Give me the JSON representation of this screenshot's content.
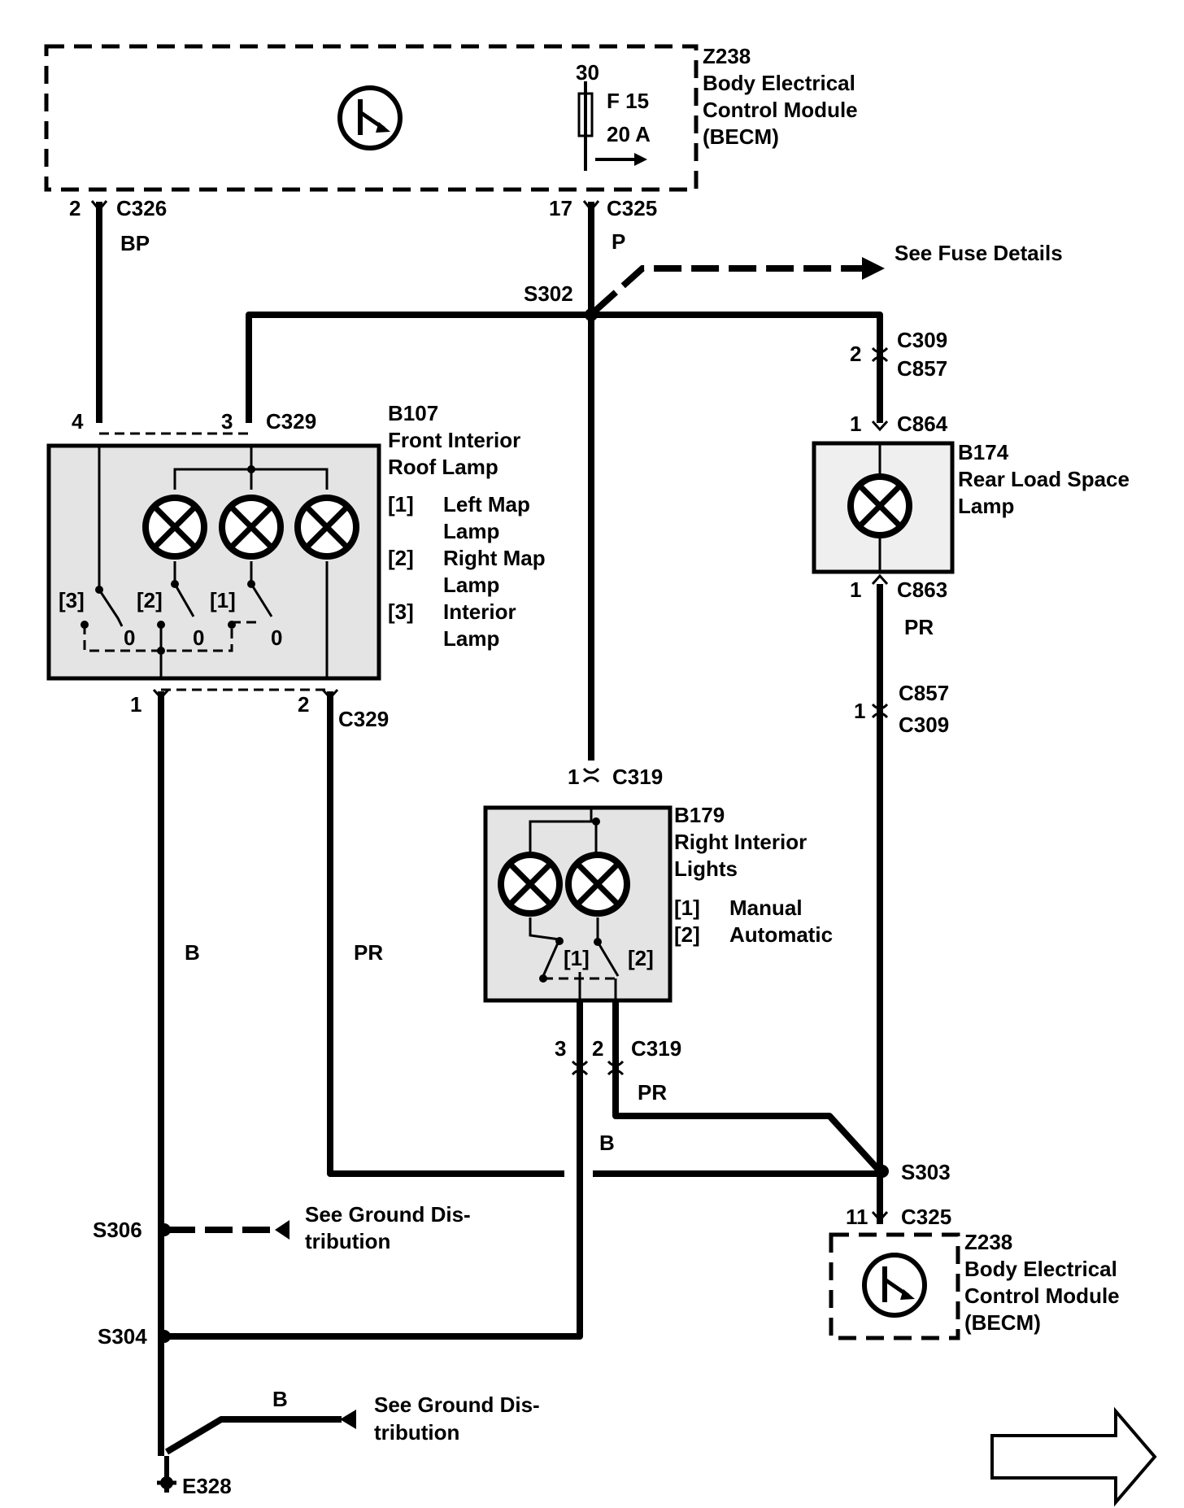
{
  "modules": {
    "becm_top": {
      "id": "Z238",
      "name_lines": [
        "Body Electrical",
        "Control Module",
        "(BECM)"
      ],
      "fuse_pin": "30",
      "fuse_id": "F 15",
      "fuse_rating": "20 A"
    },
    "becm_bottom": {
      "id": "Z238",
      "name_lines": [
        "Body Electrical",
        "Control Module",
        "(BECM)"
      ]
    }
  },
  "components": {
    "front_roof_lamp": {
      "id": "B107",
      "name_lines": [
        "Front Interior",
        "Roof Lamp"
      ],
      "legend": [
        {
          "key": "[1]",
          "lines": [
            "Left Map",
            "Lamp"
          ]
        },
        {
          "key": "[2]",
          "lines": [
            "Right Map",
            "Lamp"
          ]
        },
        {
          "key": "[3]",
          "lines": [
            "Interior",
            "Lamp"
          ]
        }
      ],
      "switch_labels": [
        "[3]",
        "[2]",
        "[1]"
      ],
      "off_label": "0"
    },
    "rear_load_lamp": {
      "id": "B174",
      "name_lines": [
        "Rear Load Space",
        "Lamp"
      ]
    },
    "right_interior_lights": {
      "id": "B179",
      "name_lines": [
        "Right Interior",
        "Lights"
      ],
      "legend": [
        {
          "key": "[1]",
          "label": "Manual"
        },
        {
          "key": "[2]",
          "label": "Automatic"
        }
      ],
      "switch_labels": [
        "[1]",
        "[2]"
      ]
    }
  },
  "connectors": {
    "c326": {
      "pin": "2",
      "id": "C326"
    },
    "c325_top": {
      "pin": "17",
      "id": "C325"
    },
    "c329_top": {
      "pin_left": "4",
      "pin_right": "3",
      "id": "C329"
    },
    "c329_bottom": {
      "pin_left": "1",
      "pin_right": "2",
      "id": "C329"
    },
    "c309_top": {
      "pin": "2",
      "id_a": "C309",
      "id_b": "C857"
    },
    "c864": {
      "pin": "1",
      "id": "C864"
    },
    "c863": {
      "pin": "1",
      "id": "C863"
    },
    "c857_mid": {
      "pin": "1",
      "id_a": "C857",
      "id_b": "C309"
    },
    "c319_top": {
      "pin": "1",
      "id": "C319"
    },
    "c319_bottom": {
      "pin_left": "3",
      "pin_right": "2",
      "id": "C319"
    },
    "c325_bottom": {
      "pin": "11",
      "id": "C325"
    },
    "e328": {
      "id": "E328"
    }
  },
  "splices": {
    "s302": "S302",
    "s303": "S303",
    "s304": "S304",
    "s306": "S306"
  },
  "wire_colors": {
    "bp": "BP",
    "p": "P",
    "pr_rear": "PR",
    "b_left": "B",
    "pr_left": "PR",
    "pr_mid": "PR",
    "b_mid": "B",
    "b_ground": "B"
  },
  "references": {
    "fuse_details": "See Fuse Details",
    "ground_s306": [
      "See Ground Dis-",
      "tribution"
    ],
    "ground_e328": [
      "See Ground Dis-",
      "tribution"
    ]
  },
  "colors": {
    "ink": "#000000",
    "paper": "#ffffff",
    "component_shade": "#e4e4e4"
  }
}
